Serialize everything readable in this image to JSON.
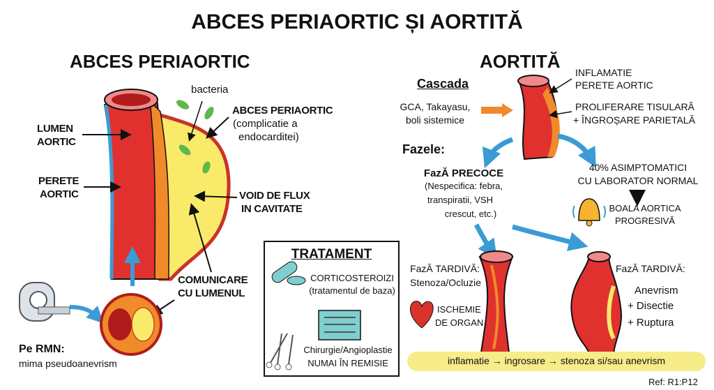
{
  "title": "ABCES PERIAORTIC ȘI AORTITĂ",
  "left": {
    "heading": "ABCES PERIAORTIC",
    "labels": {
      "bacteria": "bacteria",
      "abces_1": "ABCES PERIAORTIC",
      "abces_2": "(complicatie a",
      "abces_3": "endocarditei)",
      "lumen_1": "LUMEN",
      "lumen_2": "AORTIC",
      "perete_1": "PERETE",
      "perete_2": "AORTIC",
      "void_1": "VOID DE FLUX",
      "void_2": "IN CAVITATE",
      "comunicare_1": "COMUNICARE",
      "comunicare_2": "CU LUMENUL",
      "rmn_1": "Pe RMN:",
      "rmn_2": "mima pseudoanevrism"
    }
  },
  "treatment": {
    "heading": "TRATAMENT",
    "item1_1": "CORTICOSTEROIZI",
    "item1_2": "(tratamentul de baza)",
    "item2_1": "Chirurgie/Angioplastie",
    "item2_2": "NUMAI ÎN REMISIE"
  },
  "right": {
    "heading": "AORTITĂ",
    "cascada": "Cascada",
    "causes_1": "GCA, Takayasu,",
    "causes_2": "boli sistemice",
    "inflam_1": "INFLAMATIE",
    "inflam_2": "PERETE AORTIC",
    "prolif_1": "PROLIFERARE TISULARĂ",
    "prolif_2": "+ ÎNGROȘARE PARIETALĂ",
    "fazele": "Fazele:",
    "precoce_1": "FazĂ PRECOCE",
    "precoce_2": "(Nespecifica: febra,",
    "precoce_3": "transpiratii, VSH",
    "precoce_4": "crescut, etc.)",
    "asimpt_1": "40% ASIMPTOMATICI",
    "asimpt_2": "CU LABORATOR NORMAL",
    "boala_1": "BOALA AORTICA",
    "boala_2": "PROGRESIVĂ",
    "tardiva1_1": "FazĂ TARDIVĂ:",
    "tardiva1_2": "Stenoza/Ocluzie",
    "ischemie_1": "ISCHEMIE",
    "ischemie_2": "DE ORGAN",
    "tardiva2_1": "FazĂ TARDIVĂ:",
    "tardiva2_2": "Anevrism",
    "tardiva2_3": "+ Disectie",
    "tardiva2_4": "+ Ruptura",
    "summary": "inflamatie → ingrosare → stenoza si/sau anevrism"
  },
  "ref": "Ref: R1:P12",
  "colors": {
    "red": "#e0312f",
    "orange": "#f08a2a",
    "yellow": "#f9ea6a",
    "blue": "#3a9bd5",
    "teal": "#7fcfd0"
  }
}
